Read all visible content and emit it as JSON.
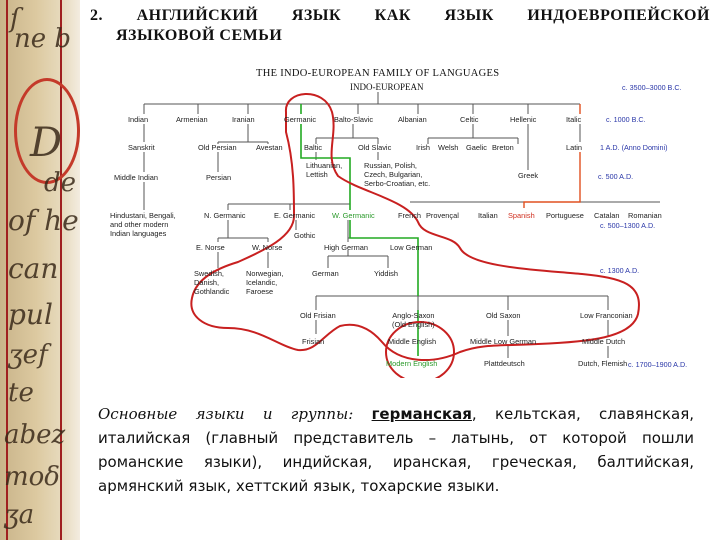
{
  "slide": {
    "number": "2.",
    "title_words": [
      "АНГЛИЙСКИЙ",
      "ЯЗЫК",
      "КАК",
      "ЯЗЫК",
      "ИНДОЕВРОПЕЙСКОЙ"
    ],
    "title_line2": "ЯЗЫКОВОЙ СЕМЬИ"
  },
  "figure": {
    "title": "THE INDO-EUROPEAN FAMILY OF LANGUAGES",
    "root": "INDO-EUROPEAN",
    "nodes": {
      "indian": "Indian",
      "armenian": "Armenian",
      "iranian": "Iranian",
      "germanic": "Germanic",
      "balto_slavic": "Balto-Slavic",
      "albanian": "Albanian",
      "celtic": "Celtic",
      "hellenic": "Hellenic",
      "italic": "Italic",
      "sanskrit": "Sanskrit",
      "old_persian": "Old Persian",
      "avestan": "Avestan",
      "baltic": "Baltic",
      "old_slavic": "Old Slavic",
      "irish": "Irish",
      "welsh": "Welsh",
      "gaelic": "Gaelic",
      "breton": "Breton",
      "latin": "Latin",
      "middle_indian": "Middle Indian",
      "persian": "Persian",
      "lith_l1": "Lithuanian,",
      "lith_l2": "Lettish",
      "slav_l1": "Russian, Polish,",
      "slav_l2": "Czech, Bulgarian,",
      "slav_l3": "Serbo-Croatian, etc.",
      "greek": "Greek",
      "hind_l1": "Hindustani, Bengali,",
      "hind_l2": "and other modern",
      "hind_l3": "Indian languages",
      "n_germanic": "N. Germanic",
      "e_germanic": "E. Germanic",
      "w_germanic": "W. Germanic",
      "french": "French",
      "provencal": "Provençal",
      "italian": "Italian",
      "spanish": "Spanish",
      "portuguese": "Portuguese",
      "catalan": "Catalan",
      "romanian": "Romanian",
      "gothic": "Gothic",
      "e_norse": "E. Norse",
      "w_norse": "W. Norse",
      "high_german": "High German",
      "low_german": "Low German",
      "sw_l1": "Swedish,",
      "sw_l2": "Danish,",
      "sw_l3": "Gothlandic",
      "nw_l1": "Norwegian,",
      "nw_l2": "Icelandic,",
      "nw_l3": "Faroese",
      "german": "German",
      "yiddish": "Yiddish",
      "old_frisian": "Old Frisian",
      "as_l1": "Anglo-Saxon",
      "as_l2": "(Old English)",
      "old_saxon": "Old Saxon",
      "low_franconian": "Low Franconian",
      "frisian": "Frisian",
      "middle_english": "Middle English",
      "middle_low_german": "Middle Low German",
      "middle_dutch": "Middle Dutch",
      "modern_english": "Modern English",
      "plattdeutsch": "Plattdeutsch",
      "dutch_flemish": "Dutch, Flemish"
    },
    "dates": [
      "c. 3500–3000 B.C.",
      "c. 1000 B.C.",
      "1 A.D. (Anno Domini)",
      "c. 500 A.D.",
      "c. 500–1300 A.D.",
      "c. 1300 A.D.",
      "c. 1700–1900 A.D."
    ],
    "colors": {
      "line": "#555555",
      "germanic_path": "#22aa22",
      "romance_path": "#e05020",
      "annotation": "#c82020",
      "dates": "#2a37a8"
    }
  },
  "description": {
    "lead": "Основные языки и группы:",
    "highlight": "германская",
    "rest": ", кельтская, славянская, италийская (главный представитель – латынь, от которой пошли романские языки), индийская, иранская, греческая, балтийская, армянский язык, хеттский язык, тохарские языки."
  }
}
